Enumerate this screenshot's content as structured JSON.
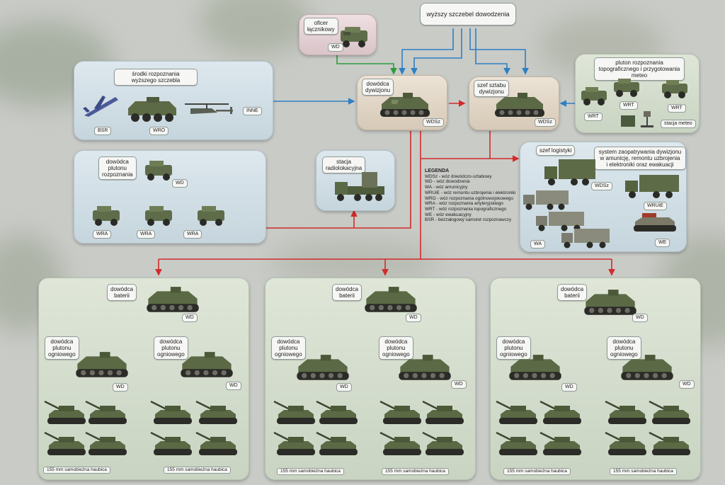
{
  "top": {
    "higher_command": "wyższy szczebel dowodzenia",
    "liaison": "oficer\nłącznikowy",
    "liaison_tag": "WD",
    "battalion_cmd": "dowódca\ndywizjonu",
    "battalion_cmd_tag": "WDSz",
    "chief_staff": "szef sztabu\ndywizjonu",
    "chief_staff_tag": "WDSz"
  },
  "recon_high": {
    "title": "środki rozpoznania\nwyższego szczebla",
    "bsr": "BSR",
    "wro": "WRO",
    "inne": "INNE"
  },
  "meteo": {
    "title": "pluton rozpoznania\ntopograficznego i przygotowania\nmeteo",
    "wrt1": "WRT",
    "wrt2": "WRT",
    "wrt3": "WRT",
    "station": "stacja meteo"
  },
  "recon_platoon": {
    "title": "dowódca\nplutonu\nrozpoznania",
    "wd": "WD",
    "wra1": "WRA",
    "wra2": "WRA",
    "wra3": "WRA"
  },
  "radar": {
    "title": "stacja\nradiolokacyjna"
  },
  "logistics": {
    "title": "szef logistyki",
    "system": "system zaopatrywania dywizjonu\nw amunicję, remontu uzbrojenia\ni elektroniki oraz ewakuacji",
    "wdsz": "WDSz",
    "wruie": "WRUiE",
    "wa": "WA",
    "we": "WE"
  },
  "legend": {
    "title": "LEGENDA",
    "items": [
      "WDSz - wóz dowódczo-sztabowy",
      "WD - wóz dowodzenia",
      "WA - wóz amunicyjny",
      "WRUiE - wóz remontu uzbrojenia i elektroniki",
      "WRO - wóz rozpoznania ogólnowojskowego",
      "WRA - wóz rozpoznania artyleryjskiego",
      "WRT - wóz rozpoznania topograficznego",
      "WE - wóz ewakuacyjny",
      "BSR - bezzałogowy samolot rozpoznawczy"
    ]
  },
  "batteries": [
    {
      "cmd": "dowódca\nbaterii",
      "cmd_tag": "WD",
      "plt1": "dowódca\nplutonu\nogniowego",
      "plt1_tag": "WD",
      "plt2": "dowódca\nplutonu\nogniowego",
      "plt2_tag": "WD",
      "h1": "155 mm samobieżna haubica",
      "h2": "155 mm samobieżna haubica"
    },
    {
      "cmd": "dowódca\nbaterii",
      "cmd_tag": "WD",
      "plt1": "dowódca\nplutonu\nogniowego",
      "plt1_tag": "WD",
      "plt2": "dowódca\nplutonu\nogniowego",
      "plt2_tag": "WD",
      "h1": "155 mm samobieżna haubica",
      "h2": "155 mm samobieżna haubica"
    },
    {
      "cmd": "dowódca\nbaterii",
      "cmd_tag": "WD",
      "plt1": "dowódca\nplutonu\nogniowego",
      "plt1_tag": "WD",
      "plt2": "dowódca\nplutonu\nogniowego",
      "plt2_tag": "WD",
      "h1": "155 mm samobieżna haubica",
      "h2": "155 mm samobieżna haubica"
    }
  ],
  "colors": {
    "red_link": "#d32a2a",
    "blue_link": "#2f7fc4",
    "green_link": "#2d9b3c",
    "camo": "#6f7d5a"
  },
  "icons": [
    "tracked-command-vehicle-icon",
    "wheeled-vehicle-icon",
    "howitzer-icon",
    "truck-icon",
    "drone-icon",
    "helicopter-icon",
    "radar-truck-icon",
    "meteo-station-icon"
  ]
}
